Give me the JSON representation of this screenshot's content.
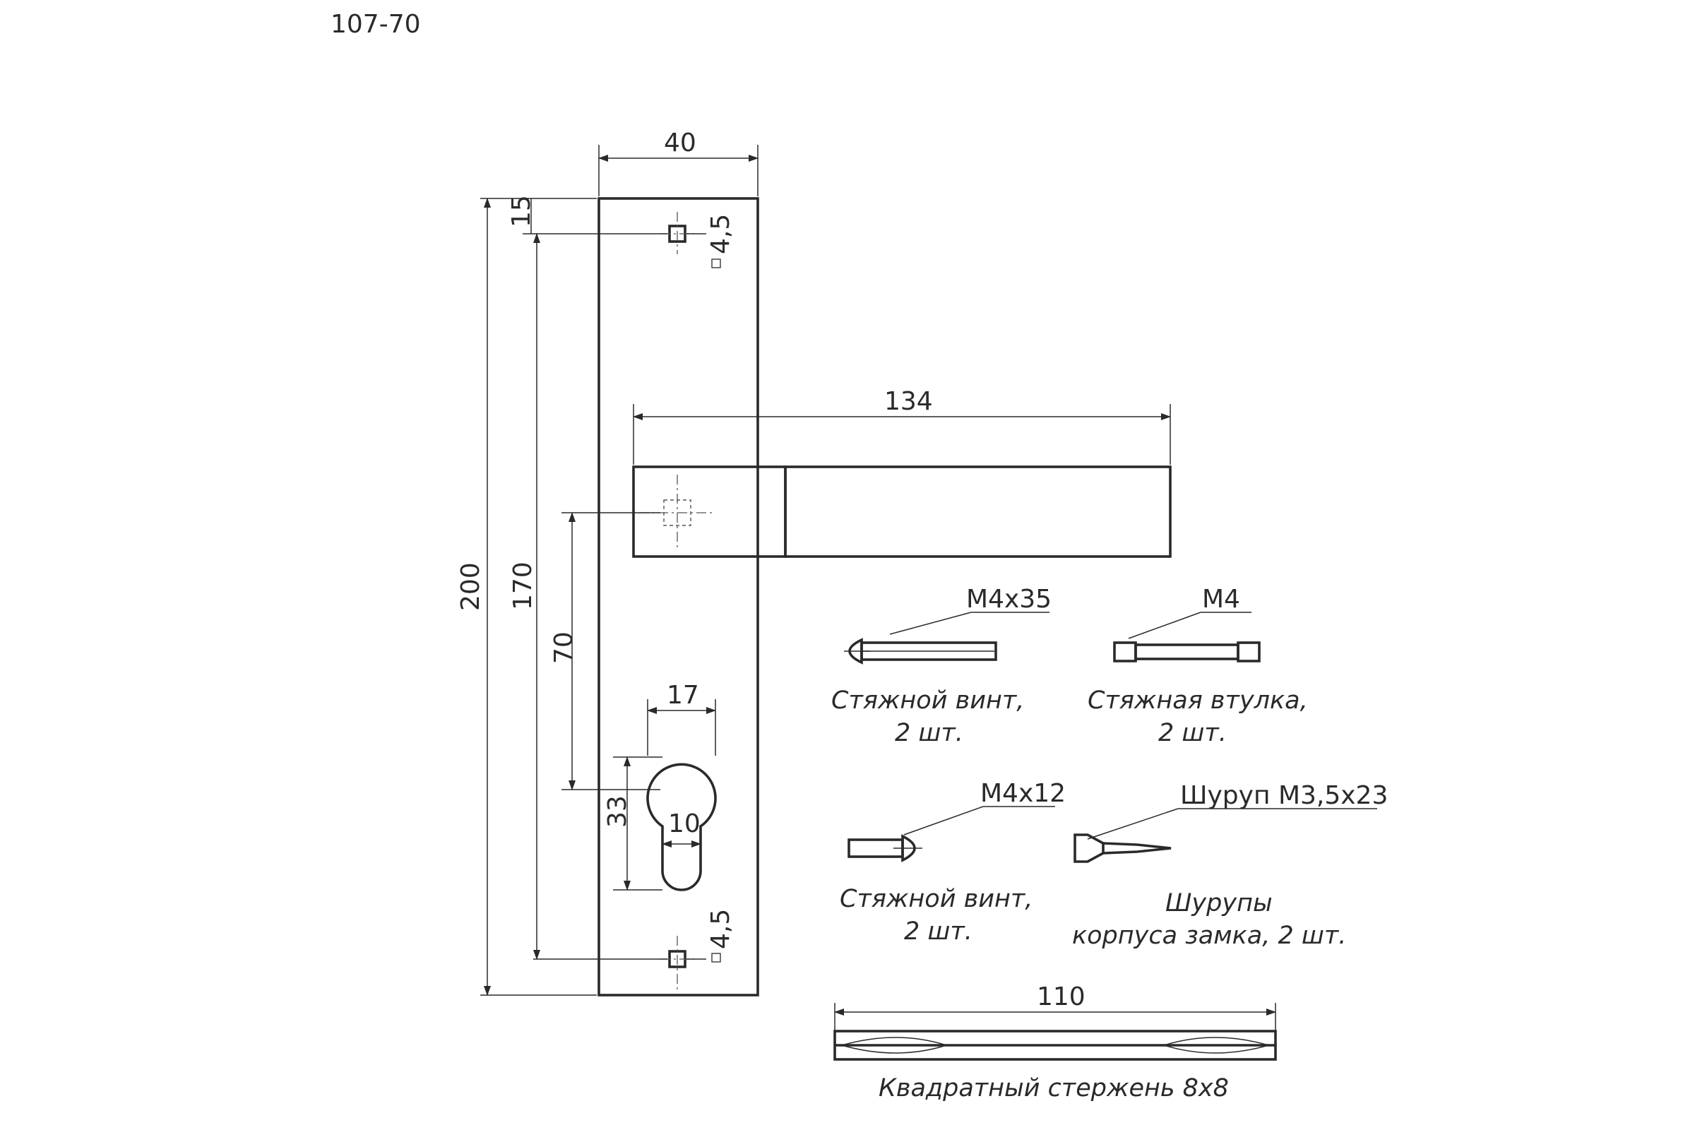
{
  "article": "107-70",
  "dimensions": {
    "plate_width": "40",
    "total_height": "200",
    "hole_spacing": "170",
    "top_offset": "15",
    "hole_size_top": "4,5",
    "hole_size_bottom": "4,5",
    "handle_length": "134",
    "axis_to_cylinder": "70",
    "cylinder_width": "17",
    "cylinder_height": "33",
    "cylinder_slot": "10",
    "rod_length": "110"
  },
  "parts": {
    "screw_long": {
      "spec": "M4x35",
      "caption_line1": "Стяжной винт,",
      "caption_line2": "2 шт."
    },
    "bushing": {
      "spec": "M4",
      "caption_line1": "Стяжная втулка,",
      "caption_line2": "2 шт."
    },
    "screw_short": {
      "spec": "M4x12",
      "caption_line1": "Стяжной винт,",
      "caption_line2": "2 шт."
    },
    "wood_screw": {
      "spec": "Шуруп М3,5х23",
      "caption_line1": "Шурупы",
      "caption_line2": "корпуса замка, 2 шт."
    },
    "rod": {
      "caption": "Квадратный стержень 8х8"
    }
  }
}
